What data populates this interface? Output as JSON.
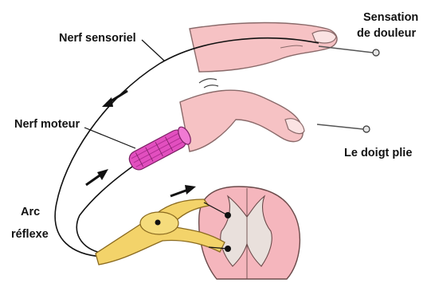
{
  "labels": {
    "sensory_nerve": "Nerf sensoriel",
    "pain_line1": "Sensation",
    "pain_line2": "de douleur",
    "motor_nerve": "Nerf moteur",
    "finger_bent": "Le doigt plie",
    "reflex_line1": "Arc",
    "reflex_line2": "réflexe"
  },
  "colors": {
    "skin": "#f6c2c4",
    "skin_outline": "#8a6a6a",
    "muscle": "#e24fbf",
    "nerve_ganglion": "#f3d36a",
    "spinal_cord": "#f5b6bd",
    "gray_matter": "#e9e0dc",
    "line": "#111111"
  },
  "icons": [
    "pin-icon",
    "direction-arrow-icon",
    "motion-lines-icon"
  ]
}
